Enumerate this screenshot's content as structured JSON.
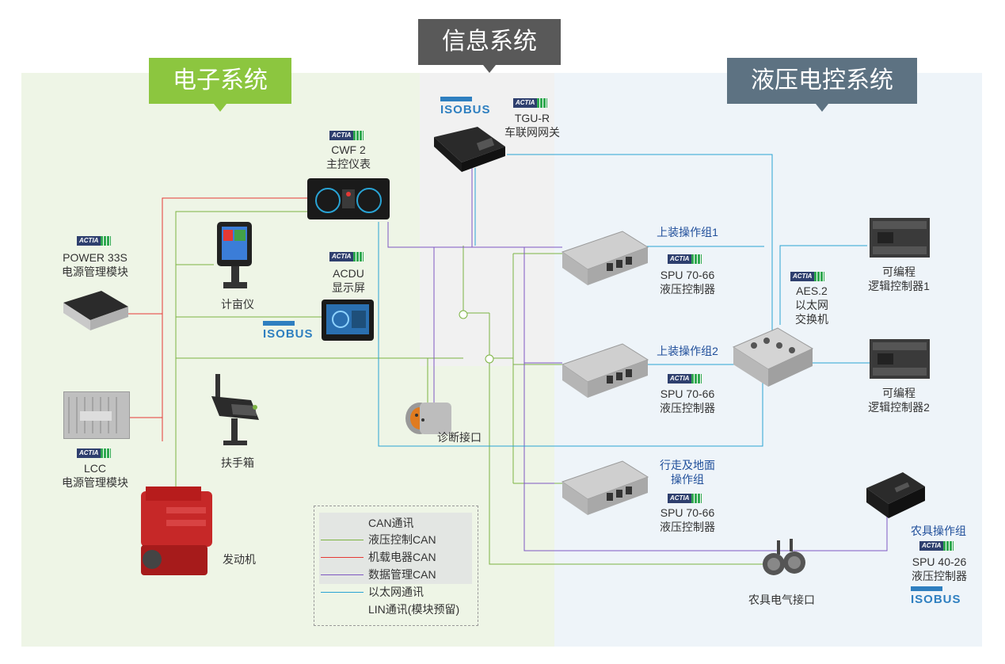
{
  "headers": {
    "electronic": "电子系统",
    "info": "信息系统",
    "hydraulic": "液压电控系统"
  },
  "brand": {
    "actia": "ACTIA",
    "isobus": "ISOBUS"
  },
  "devices": {
    "cwf2": {
      "name": "CWF 2",
      "desc": "主控仪表"
    },
    "tgu": {
      "name": "TGU-R",
      "desc": "车联网网关"
    },
    "power": {
      "name": "POWER 33S",
      "desc": "电源管理模块"
    },
    "meter": {
      "name": "计亩仪"
    },
    "acdu": {
      "name": "ACDU",
      "desc": "显示屏"
    },
    "lcc": {
      "name": "LCC",
      "desc": "电源管理模块"
    },
    "armrest": {
      "name": "扶手箱"
    },
    "engine": {
      "name": "发动机"
    },
    "diag": {
      "name": "诊断接口"
    },
    "spu1": {
      "group": "上装操作组1",
      "name": "SPU 70-66",
      "desc": "液压控制器"
    },
    "spu2": {
      "group": "上装操作组2",
      "name": "SPU 70-66",
      "desc": "液压控制器"
    },
    "spu3": {
      "group1": "行走及地面",
      "group2": "操作组",
      "name": "SPU 70-66",
      "desc": "液压控制器"
    },
    "aes": {
      "name": "AES.2",
      "desc1": "以太网",
      "desc2": "交换机"
    },
    "plc1": {
      "desc1": "可编程",
      "desc2": "逻辑控制器1"
    },
    "plc2": {
      "desc1": "可编程",
      "desc2": "逻辑控制器2"
    },
    "spu4": {
      "group": "农具操作组",
      "name": "SPU 40-26",
      "desc": "液压控制器"
    },
    "implement": {
      "name": "农具电气接口"
    }
  },
  "legend": {
    "title": "CAN通讯",
    "items": [
      {
        "label": "液压控制CAN",
        "color": "#7cb342"
      },
      {
        "label": "机载电器CAN",
        "color": "#e53935"
      },
      {
        "label": "数据管理CAN",
        "color": "#7e57c2"
      },
      {
        "label": "以太网通讯",
        "color": "#29a3d4"
      },
      {
        "label": "LIN通讯(模块预留)",
        "color": ""
      }
    ]
  },
  "colors": {
    "electronic_bg": "#eef5e6",
    "info_bg": "#f2f2f2",
    "hydraulic_bg": "#eef4f9",
    "electronic_hdr": "#8cc63f",
    "info_hdr": "#595959",
    "hydraulic_hdr": "#5d7282"
  }
}
